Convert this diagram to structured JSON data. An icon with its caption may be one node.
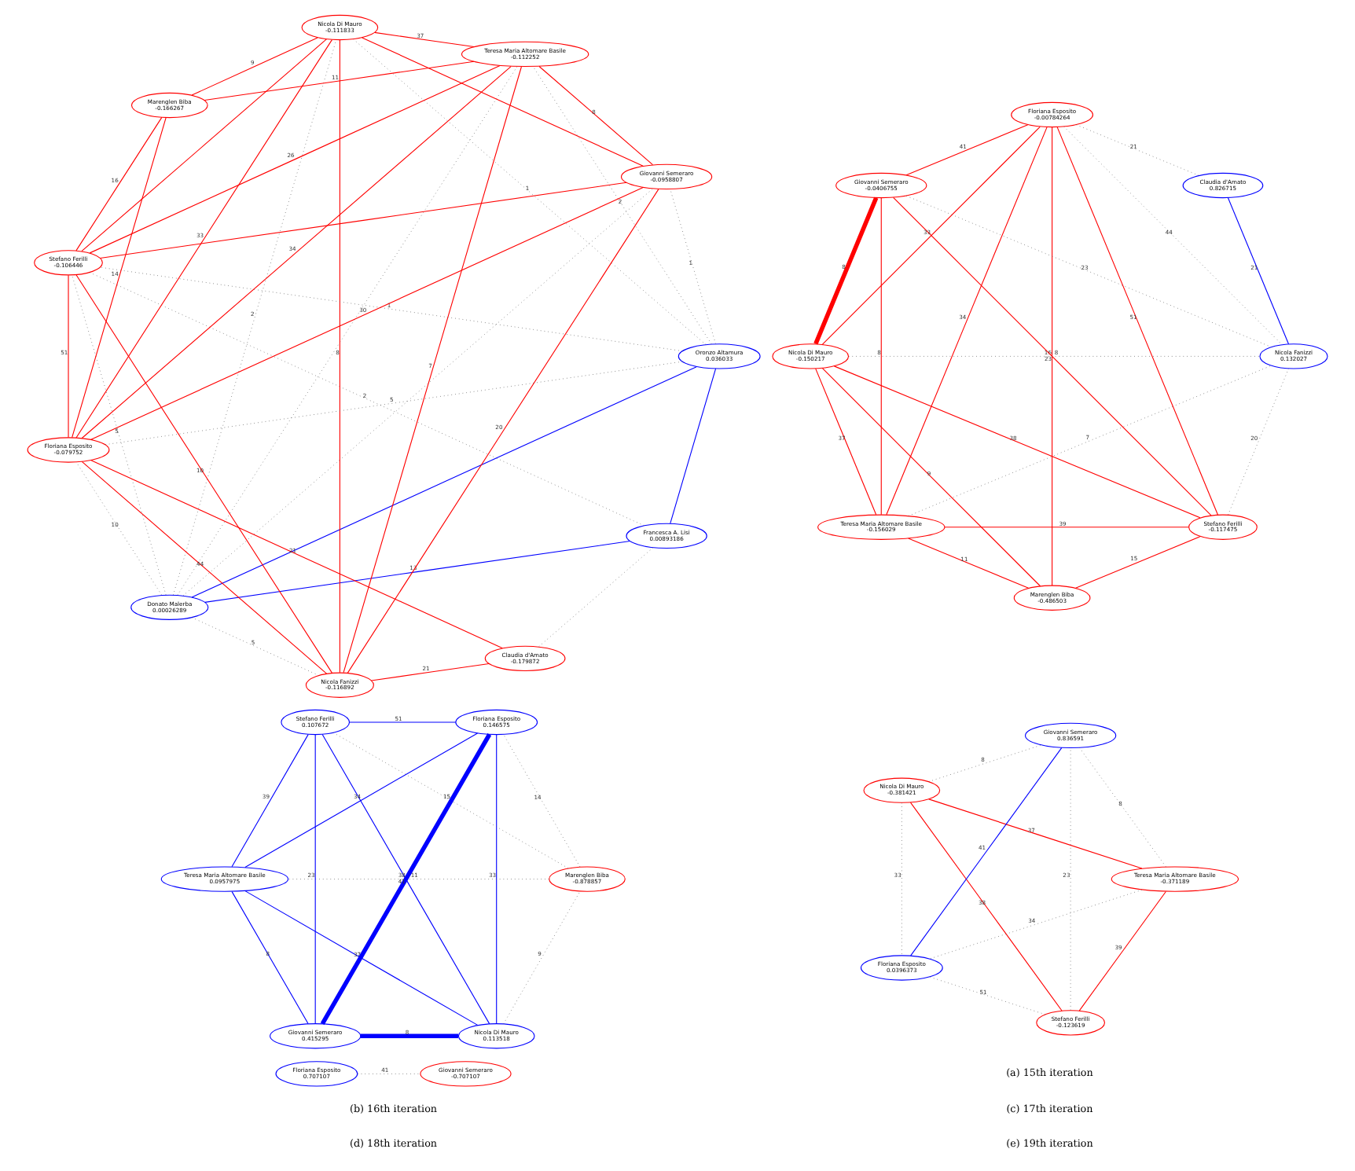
{
  "diagram": {
    "nodes": [
      {
        "text": [
          "Francesca A. Lisi",
          "0.00893186"
        ]
      },
      {
        "text": [
          "Donato Malerba",
          "0.00026289"
        ]
      },
      {
        "text": [
          "Stefano Ferilli",
          "-0.106446"
        ]
      },
      {
        "text": [
          "Nicola Fanizzi",
          "-0.116892"
        ]
      },
      {
        "text": [
          "Oronzo Altamura",
          "0.036033"
        ]
      },
      {
        "text": [
          "Claudia d'Amato",
          "-0.179872"
        ]
      },
      {
        "text": [
          "Giovanni Semeraro",
          "-0.0958807"
        ]
      },
      {
        "text": [
          "Floriana Esposito",
          "-0.079752"
        ]
      },
      {
        "text": [
          "Teresa Maria Altomare Basile",
          "-0.112252"
        ]
      },
      {
        "text": [
          "Nicola Di Mauro",
          "-0.111833"
        ]
      },
      {
        "text": [
          "Marenglen Biba",
          "-0.166267"
        ]
      },
      {
        "text": [
          "Teresa Maria Altomare Basile",
          "-0.156029"
        ]
      },
      {
        "text": [
          "Marenglen Biba",
          "-0.486503"
        ]
      },
      {
        "text": [
          "Stefano Ferilli",
          "-0.117475"
        ]
      },
      {
        "text": [
          "Nicola Di Mauro",
          "-0.150217"
        ]
      },
      {
        "text": [
          "Giovanni Semeraro",
          "-0.0406755"
        ]
      },
      {
        "text": [
          "Floriana Esposito",
          "-0.00784264"
        ]
      },
      {
        "text": [
          "Nicola Fanizzi",
          "0.132027"
        ]
      },
      {
        "text": [
          "Claudia d'Amato",
          "0.826715"
        ]
      },
      {
        "text": [
          "Nicola Di Mauro",
          "0.113518"
        ]
      },
      {
        "text": [
          "Marenglen Biba",
          "-0.878857"
        ]
      },
      {
        "text": [
          "Stefano Ferilli",
          "0.107672"
        ]
      },
      {
        "text": [
          "Teresa Maria Altomare Basile",
          "0.0957975"
        ]
      },
      {
        "text": [
          "Giovanni Semeraro",
          "0.415295"
        ]
      },
      {
        "text": [
          "Floriana Esposito",
          "0.146575"
        ]
      },
      {
        "text": [
          "Stefano Ferilli",
          "-0.123619"
        ]
      },
      {
        "text": [
          "Teresa Maria Altomare Basile",
          "-0.371189"
        ]
      },
      {
        "text": [
          "Nicola Di Mauro",
          "-0.381421"
        ]
      },
      {
        "text": [
          "Giovanni Semeraro",
          "0.836591"
        ]
      },
      {
        "text": [
          "Floriana Esposito",
          "0.0396373"
        ]
      },
      {
        "text": [
          "Floriana Esposito",
          "0.707107"
        ]
      },
      {
        "text": [
          "Giovanni Semeraro",
          "-0.707107"
        ]
      }
    ],
    "edges": [
      {
        "from": 0,
        "to": 1,
        "arrow": "none",
        "label": "13",
        "color": "#0000ff"
      },
      {
        "from": 0,
        "to": 4,
        "arrow": "none",
        "color": "#0000ff"
      },
      {
        "from": 1,
        "to": 4,
        "arrow": "none",
        "color": "#0000ff"
      },
      {
        "from": 0,
        "to": 2,
        "arrow": "none",
        "label": "2",
        "style": "dashed",
        "color": "#555555"
      },
      {
        "from": 1,
        "to": 2,
        "arrow": "none",
        "label": "5",
        "style": "dashed",
        "color": "#555555"
      },
      {
        "from": 4,
        "to": 2,
        "arrow": "none",
        "label": "1",
        "style": "dashed",
        "color": "#555555"
      },
      {
        "from": 1,
        "to": 3,
        "arrow": "none",
        "label": "5",
        "style": "dashed",
        "color": "#555555"
      },
      {
        "from": 0,
        "to": 5,
        "arrow": "none",
        "style": "dashed",
        "color": "#555555"
      },
      {
        "from": 1,
        "to": 7,
        "arrow": "none",
        "label": "10",
        "style": "dashed",
        "color": "#555555"
      },
      {
        "from": 1,
        "to": 9,
        "arrow": "none",
        "label": "2",
        "style": "dashed",
        "color": "#555555"
      },
      {
        "from": 1,
        "to": 6,
        "arrow": "none",
        "style": "dashed",
        "color": "#555555"
      },
      {
        "from": 1,
        "to": 8,
        "arrow": "none",
        "style": "dashed",
        "color": "#555555"
      },
      {
        "from": 4,
        "to": 6,
        "arrow": "none",
        "label": "1",
        "style": "dashed",
        "color": "#555555"
      },
      {
        "from": 4,
        "to": 8,
        "arrow": "none",
        "label": "2",
        "style": "dashed",
        "color": "#555555"
      },
      {
        "from": 4,
        "to": 7,
        "arrow": "none",
        "label": "5",
        "style": "dashed",
        "color": "#555555"
      },
      {
        "from": 4,
        "to": 9,
        "arrow": "none",
        "label": "1",
        "style": "dashed",
        "color": "#555555"
      },
      {
        "from": 2,
        "to": 3,
        "arrow": "none",
        "label": "10"
      },
      {
        "from": 2,
        "to": 6,
        "arrow": "none"
      },
      {
        "from": 2,
        "to": 8,
        "arrow": "none",
        "label": "26"
      },
      {
        "from": 2,
        "to": 10,
        "arrow": "none",
        "label": "16"
      },
      {
        "from": 2,
        "to": 7,
        "arrow": "none",
        "label": "51"
      },
      {
        "from": 2,
        "to": 9,
        "arrow": "none"
      },
      {
        "from": 3,
        "to": 5,
        "arrow": "none",
        "label": "21"
      },
      {
        "from": 3,
        "to": 7,
        "arrow": "none",
        "label": "44"
      },
      {
        "from": 3,
        "to": 9,
        "arrow": "none",
        "label": "8"
      },
      {
        "from": 3,
        "to": 6,
        "arrow": "none",
        "label": "20"
      },
      {
        "from": 3,
        "to": 8,
        "arrow": "none",
        "label": "7"
      },
      {
        "from": 5,
        "to": 7,
        "arrow": "none",
        "label": "21"
      },
      {
        "from": 6,
        "to": 7,
        "arrow": "none",
        "label": "30"
      },
      {
        "from": 6,
        "to": 9,
        "arrow": "none"
      },
      {
        "from": 6,
        "to": 8,
        "arrow": "none",
        "label": "8"
      },
      {
        "from": 8,
        "to": 7,
        "arrow": "none",
        "label": "34"
      },
      {
        "from": 8,
        "to": 9,
        "arrow": "none",
        "label": "37"
      },
      {
        "from": 8,
        "to": 10,
        "arrow": "none",
        "label": "11"
      },
      {
        "from": 10,
        "to": 9,
        "arrow": "none",
        "label": "9"
      },
      {
        "from": 10,
        "to": 7,
        "arrow": "none",
        "label": "14"
      },
      {
        "from": 7,
        "to": 9,
        "arrow": "none",
        "label": "33"
      },
      {
        "from": 11,
        "to": 12,
        "arrow": "none",
        "label": "11"
      },
      {
        "from": 11,
        "to": 13,
        "arrow": "none",
        "label": "39"
      },
      {
        "from": 12,
        "to": 13,
        "arrow": "none",
        "label": "15"
      },
      {
        "from": 11,
        "to": 14,
        "arrow": "none",
        "label": "37"
      },
      {
        "from": 11,
        "to": 16,
        "arrow": "none",
        "label": "34"
      },
      {
        "from": 11,
        "to": 15,
        "arrow": "none",
        "label": "8"
      },
      {
        "from": 11,
        "to": 17,
        "arrow": "none",
        "label": "7",
        "style": "dashed",
        "color": "#555555"
      },
      {
        "from": 12,
        "to": 14,
        "arrow": "none",
        "label": "9"
      },
      {
        "from": 12,
        "to": 16,
        "arrow": "none",
        "label": "16"
      },
      {
        "from": 13,
        "to": 14,
        "arrow": "none",
        "label": "38"
      },
      {
        "from": 13,
        "to": 16,
        "arrow": "none",
        "label": "51"
      },
      {
        "from": 13,
        "to": 15,
        "arrow": "none",
        "label": "23"
      },
      {
        "from": 13,
        "to": 17,
        "arrow": "none",
        "label": "20",
        "style": "dashed",
        "color": "#555555"
      },
      {
        "from": 14,
        "to": 15,
        "arrow": "none",
        "label": "8",
        "style": "thick"
      },
      {
        "from": 14,
        "to": 16,
        "arrow": "none",
        "label": "33"
      },
      {
        "from": 14,
        "to": 17,
        "arrow": "none",
        "label": "8",
        "style": "dashed",
        "color": "#555555"
      },
      {
        "from": 15,
        "to": 16,
        "arrow": "none",
        "label": "41"
      },
      {
        "from": 15,
        "to": 17,
        "arrow": "none",
        "label": "23",
        "style": "dashed",
        "color": "#555555"
      },
      {
        "from": 16,
        "to": 17,
        "arrow": "none",
        "label": "44",
        "style": "dashed",
        "color": "#555555"
      },
      {
        "from": 16,
        "to": 18,
        "arrow": "none",
        "label": "21",
        "style": "dashed",
        "color": "#555555"
      },
      {
        "from": 17,
        "to": 18,
        "arrow": "none",
        "label": "21",
        "color": "#0000ff"
      },
      {
        "from": 19,
        "to": 20,
        "arrow": "none",
        "label": "9",
        "style": "dashed",
        "color": "#555555"
      },
      {
        "from": 19,
        "to": 21,
        "arrow": "none",
        "label": "38",
        "color": "#0000ff"
      },
      {
        "from": 19,
        "to": 23,
        "arrow": "none",
        "label": "8",
        "style": "thick",
        "color": "#0000ff"
      },
      {
        "from": 19,
        "to": 24,
        "arrow": "none",
        "label": "33",
        "color": "#0000ff"
      },
      {
        "from": 19,
        "to": 22,
        "arrow": "none",
        "label": "37",
        "color": "#0000ff"
      },
      {
        "from": 20,
        "to": 21,
        "arrow": "none",
        "label": "15",
        "style": "dashed",
        "color": "#555555"
      },
      {
        "from": 20,
        "to": 24,
        "arrow": "none",
        "label": "14",
        "style": "dashed",
        "color": "#555555"
      },
      {
        "from": 20,
        "to": 22,
        "arrow": "none",
        "label": "11",
        "style": "dashed",
        "color": "#555555"
      },
      {
        "from": 21,
        "to": 22,
        "arrow": "none",
        "label": "39",
        "color": "#0000ff"
      },
      {
        "from": 21,
        "to": 23,
        "arrow": "none",
        "label": "23",
        "color": "#0000ff"
      },
      {
        "from": 21,
        "to": 24,
        "arrow": "none",
        "label": "51",
        "color": "#0000ff"
      },
      {
        "from": 22,
        "to": 23,
        "arrow": "none",
        "label": "8",
        "color": "#0000ff"
      },
      {
        "from": 22,
        "to": 24,
        "arrow": "none",
        "label": "34",
        "color": "#0000ff"
      },
      {
        "from": 23,
        "to": 24,
        "arrow": "none",
        "label": "41",
        "style": "thick",
        "color": "#0000ff"
      },
      {
        "from": 25,
        "to": 26,
        "arrow": "none",
        "label": "39"
      },
      {
        "from": 25,
        "to": 27,
        "arrow": "none",
        "label": "38"
      },
      {
        "from": 25,
        "to": 28,
        "arrow": "none",
        "label": "23",
        "style": "dashed",
        "color": "#555555"
      },
      {
        "from": 25,
        "to": 29,
        "arrow": "none",
        "label": "51",
        "style": "dashed",
        "color": "#555555"
      },
      {
        "from": 26,
        "to": 27,
        "arrow": "none",
        "label": "37"
      },
      {
        "from": 26,
        "to": 28,
        "arrow": "none",
        "label": "8",
        "style": "dashed",
        "color": "#555555"
      },
      {
        "from": 26,
        "to": 29,
        "arrow": "none",
        "label": "34",
        "style": "dashed",
        "color": "#555555"
      },
      {
        "from": 27,
        "to": 28,
        "arrow": "none",
        "label": "8",
        "style": "dashed",
        "color": "#555555"
      },
      {
        "from": 27,
        "to": 29,
        "arrow": "none",
        "label": "33",
        "style": "dashed",
        "color": "#555555"
      },
      {
        "from": 28,
        "to": 29,
        "arrow": "none",
        "label": "41",
        "color": "#0000ff"
      },
      {
        "from": 30,
        "to": 31,
        "arrow": "none",
        "label": "41",
        "style": "dashed",
        "color": "#555555"
      }
    ],
    "labels": [
      "(a) 15th iteration",
      "(b) 16th iteration",
      "(c) 17th iteration",
      "(d) 18th iteration",
      "(e) 19th iteration"
    ]
  }
}
